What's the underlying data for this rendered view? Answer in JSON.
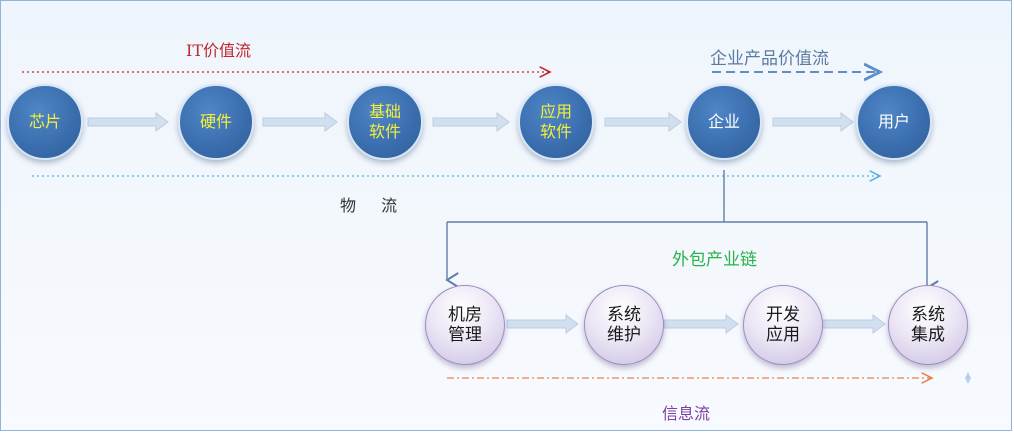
{
  "labels": {
    "it_value_stream": "IT价值流",
    "enterprise_product_value_stream": "企业产品价值流",
    "logistics": "物 流",
    "outsourcing_chain": "外包产业链",
    "information_flow": "信息流"
  },
  "top_nodes": [
    {
      "id": "chip",
      "label": "芯片"
    },
    {
      "id": "hardware",
      "label": "硬件"
    },
    {
      "id": "base_software",
      "label": "基础\n软件"
    },
    {
      "id": "app_software",
      "label": "应用\n软件"
    },
    {
      "id": "enterprise",
      "label": "企业"
    },
    {
      "id": "user",
      "label": "用户"
    }
  ],
  "bottom_nodes": [
    {
      "id": "machine_room",
      "label": "机房\n管理"
    },
    {
      "id": "system_maintenance",
      "label": "系统\n维护"
    },
    {
      "id": "dev_app",
      "label": "开发\n应用"
    },
    {
      "id": "system_integration",
      "label": "系统\n集成"
    }
  ],
  "colors": {
    "it_arrow": "#c0272d",
    "enterprise_arrow": "#5b8fc6",
    "logistics_arrow": "#5aaee0",
    "info_arrow": "#e8834a",
    "node_blue": "#3b6eae",
    "node_text_yellow": "#f5ef3a",
    "outsourcing_text": "#27b34a",
    "info_text": "#7b3fa0"
  }
}
